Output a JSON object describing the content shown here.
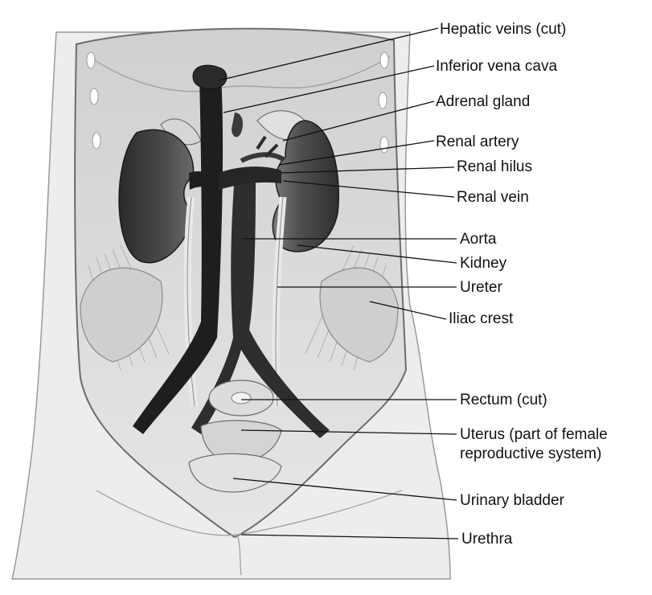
{
  "labels": {
    "hepatic_veins": "Hepatic veins (cut)",
    "inferior_vena_cava": "Inferior vena cava",
    "adrenal_gland": "Adrenal gland",
    "renal_artery": "Renal artery",
    "renal_hilus": "Renal hilus",
    "renal_vein": "Renal vein",
    "aorta": "Aorta",
    "kidney": "Kidney",
    "ureter": "Ureter",
    "iliac_crest": "Iliac crest",
    "rectum": "Rectum (cut)",
    "uterus_line1": "Uterus (part of female",
    "uterus_line2": "reproductive system)",
    "urinary_bladder": "Urinary bladder",
    "urethra": "Urethra"
  },
  "colors": {
    "vessel": "#1f1f1f",
    "kidney": "#3a3a3a",
    "tissue": "#d8d8d8",
    "skin": "#ececec",
    "ink": "#111111"
  }
}
